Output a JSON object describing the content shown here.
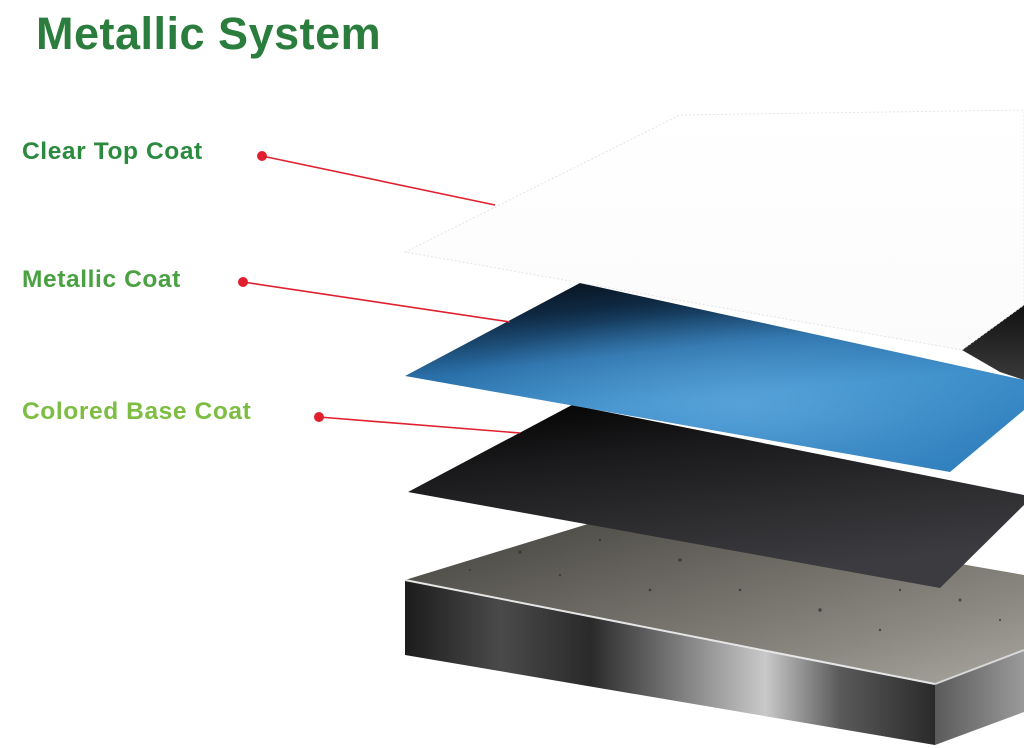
{
  "title": "Metallic System",
  "colors": {
    "title": "#2a7d3c",
    "callout_line": "#e0202e",
    "callout_dot": "#e0202e"
  },
  "layers": [
    {
      "id": "clear",
      "label": "Clear Top Coat",
      "color": "#2a8a3e"
    },
    {
      "id": "metallic",
      "label": "Metallic Coat",
      "color": "#4aa142"
    },
    {
      "id": "base",
      "label": "Colored Base Coat",
      "color": "#7cbd42"
    }
  ],
  "substrate": "concrete-slab"
}
